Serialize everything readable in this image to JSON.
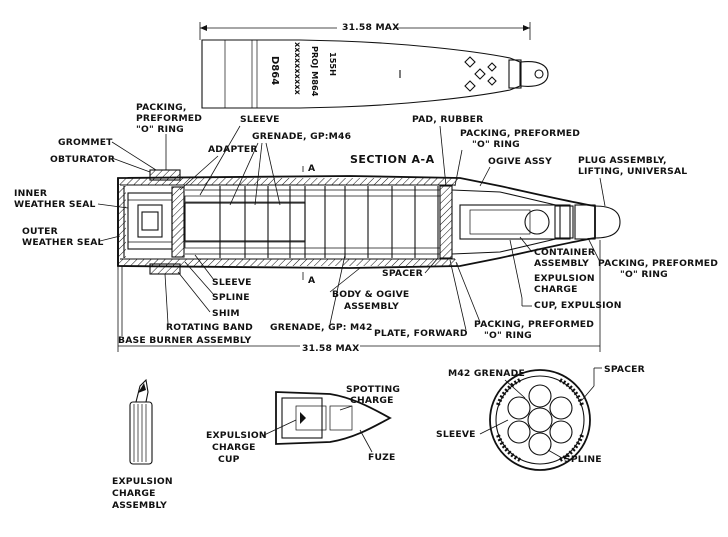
{
  "dimensions": {
    "top_max": "31.58 MAX",
    "bottom_max": "31.58 MAX"
  },
  "projectile_marking": {
    "caliber": "155H",
    "model": "PROJ M864",
    "lot": "xxxxxxxxxx",
    "code": "D864"
  },
  "section_title": "SECTION A-A",
  "section_markers": {
    "top": "A",
    "bottom": "A"
  },
  "labels": {
    "packing_preformed_left": [
      "PACKING,",
      "PREFORMED",
      "\"O\" RING"
    ],
    "sleeve_top": "SLEEVE",
    "grenade_m46": "GRENADE, GP:M46",
    "pad_rubber": "PAD, RUBBER",
    "packing_preformed_top": [
      "PACKING, PREFORMED",
      "\"O\" RING"
    ],
    "grommet": "GROMMET",
    "adapter": "ADAPTER",
    "obturator": "OBTURATOR",
    "ogive_assy": "OGIVE ASSY",
    "plug_assembly": [
      "PLUG ASSEMBLY,",
      "LIFTING, UNIVERSAL"
    ],
    "inner_weather_seal": [
      "INNER",
      "WEATHER SEAL"
    ],
    "outer_weather_seal": [
      "OUTER",
      "WEATHER SEAL"
    ],
    "container_assembly": [
      "CONTAINER",
      "ASSEMBLY",
      "EXPULSION",
      "CHARGE"
    ],
    "packing_preformed_right": [
      "PACKING, PREFORMED",
      "\"O\" RING"
    ],
    "sleeve_bottom": "SLEEVE",
    "spacer_mid": "SPACER",
    "spline": "SPLINE",
    "body_ogive": [
      "BODY & OGIVE",
      "ASSEMBLY"
    ],
    "cup_expulsion": "CUP, EXPULSION",
    "shim": "SHIM",
    "rotating_band": "ROTATING BAND",
    "grenade_m42": "GRENADE, GP: M42",
    "plate_forward": "PLATE, FORWARD",
    "packing_preformed_bottom": [
      "PACKING, PREFORMED",
      "\"O\" RING"
    ],
    "base_burner": "BASE BURNER ASSEMBLY",
    "m42_grenade": "M42 GRENADE",
    "spacer_right": "SPACER",
    "spotting_charge": [
      "SPOTTING",
      "CHARGE"
    ],
    "sleeve_circle": "SLEEVE",
    "expulsion_charge_cup": [
      "EXPULSION",
      "CHARGE",
      "CUP"
    ],
    "fuze": "FUZE",
    "spline_circle": "SPLINE",
    "expulsion_charge_assembly": [
      "EXPULSION",
      "CHARGE",
      "ASSEMBLY"
    ]
  }
}
